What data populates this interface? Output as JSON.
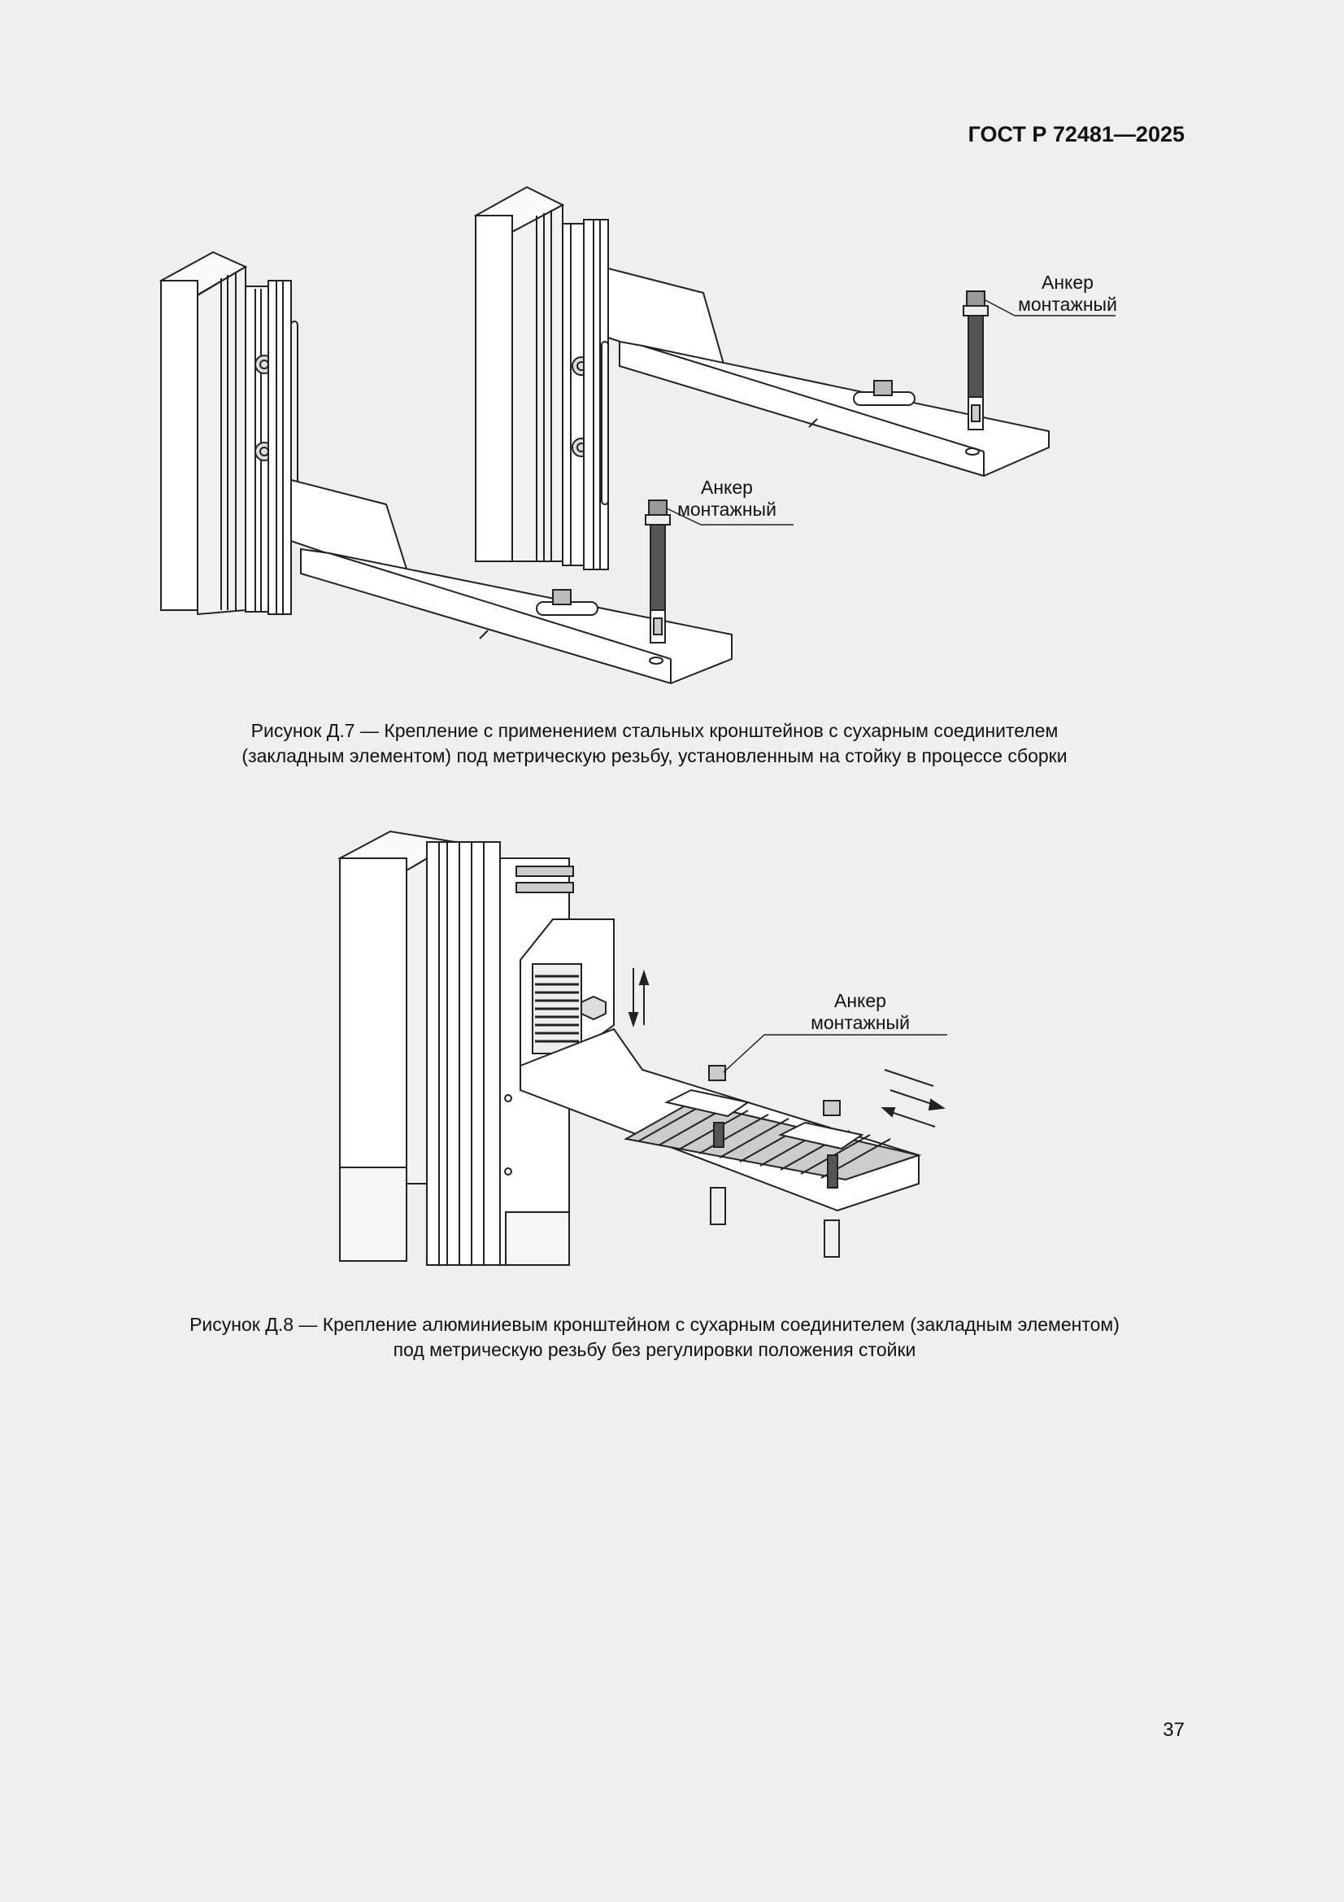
{
  "header": {
    "doc_code": "ГОСТ Р 72481—2025"
  },
  "figure_d7": {
    "anchor_label_1": {
      "line1": "Анкер",
      "line2": "монтажный"
    },
    "anchor_label_2": {
      "line1": "Анкер",
      "line2": "монтажный"
    },
    "caption": {
      "line1": "Рисунок Д.7 — Крепление с применением стальных кронштейнов с сухарным соединителем",
      "line2": "(закладным элементом) под метрическую резьбу, установленным на стойку в процессе сборки"
    }
  },
  "figure_d8": {
    "anchor_label": {
      "line1": "Анкер",
      "line2": "монтажный"
    },
    "caption": {
      "line1": "Рисунок Д.8 — Крепление алюминиевым кронштейном с сухарным соединителем (закладным элементом)",
      "line2": "под метрическую резьбу без регулировки положения стойки"
    }
  },
  "footer": {
    "page_number": "37"
  }
}
